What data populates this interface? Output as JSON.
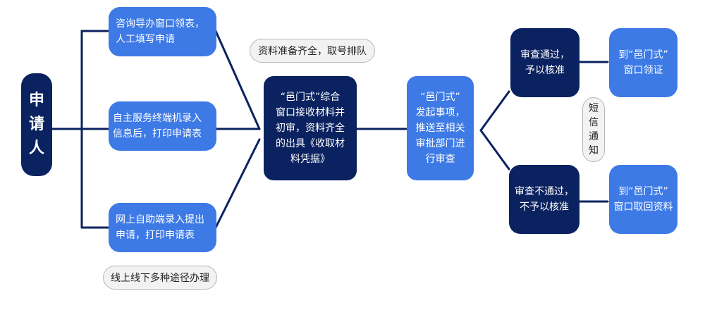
{
  "applicant": "申\n请\n人",
  "channels": [
    "咨询导办窗口领表，\n人工填写申请",
    "自主服务终端机录入\n信息后，打印申请表",
    "网上自助端录入提出\n申请，打印申请表"
  ],
  "notes": {
    "channels": "线上线下多种途径办理",
    "queue": "资料准备齐全，取号排队",
    "sms": "短\n信\n通\n知"
  },
  "window": "“邑门式”综合\n窗口接收材料并\n初审，资料齐全\n的出具《收取材\n料凭据》",
  "dispatch": "“邑门式”\n发起事项，\n推送至相关\n审批部门进\n行审查",
  "outcomes": [
    {
      "result": "审查通过，\n予以核准",
      "action": "到“邑门式”\n窗口领证"
    },
    {
      "result": "审查不通过，\n不予以核准",
      "action": "到“邑门式”\n窗口取回资料"
    }
  ],
  "colors": {
    "dark": "#0b2260",
    "light": "#3d7ae6",
    "line": "#0b2260",
    "pill_bg": "#f2f2f2"
  }
}
